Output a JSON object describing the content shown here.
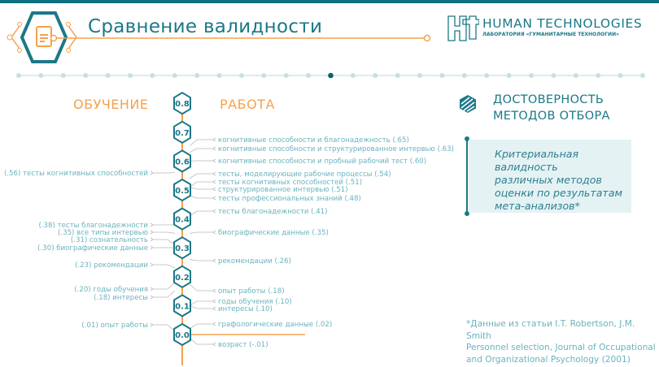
{
  "header": {
    "title": "Сравнение валидности",
    "logo_line1": "HUMAN TECHNOLOGIES",
    "logo_line2": "ЛАБОРАТОРИЯ «ГУМАНИТАРНЫЕ ТЕХНОЛОГИИ»",
    "logo_mark": "HT"
  },
  "nav": {
    "count": 29,
    "active": 14
  },
  "colors": {
    "teal": "#1b7888",
    "orange": "#f6a04d",
    "light": "#6ab3bf"
  },
  "chart_data": {
    "type": "diagram",
    "left_heading": "ОБУЧЕНИЕ",
    "right_heading": "РАБОТА",
    "ticks": [
      "0.8",
      "0.7",
      "0.6",
      "0.5",
      "0.4",
      "0.3",
      "0.2",
      "0.1",
      "0.0"
    ],
    "right": [
      {
        "text": "когнитивные способности и благонадежность (.65)",
        "value": 0.65
      },
      {
        "text": "когнитивные способности и структурированное интервью (.63)",
        "value": 0.63
      },
      {
        "text": "когнитивные способности и пробный рабочий тест (.60)",
        "value": 0.6
      },
      {
        "text": "тесты, моделирующие рабочие процессы (.54)",
        "value": 0.54
      },
      {
        "text": "тесты когнитивных способностей (.51)",
        "value": 0.51
      },
      {
        "text": "структурированное интервью (.51)",
        "value": 0.51
      },
      {
        "text": "тесты профессиональных знаний (.48)",
        "value": 0.48
      },
      {
        "text": "тесты благонадежности (.41)",
        "value": 0.41
      },
      {
        "text": "биографические данные (.35)",
        "value": 0.35
      },
      {
        "text": "рекомендации (.26)",
        "value": 0.26
      },
      {
        "text": "опыт работы (.18)",
        "value": 0.18
      },
      {
        "text": "годы обучения (.10)",
        "value": 0.1
      },
      {
        "text": "интересы (.10)",
        "value": 0.1
      },
      {
        "text": "графологические данные (.02)",
        "value": 0.02
      },
      {
        "text": "возраст (-.01)",
        "value": -0.01
      }
    ],
    "left": [
      {
        "text": "(.56) тесты когнитивных способностей",
        "value": 0.56
      },
      {
        "text": "(.38) тесты благонадежности",
        "value": 0.38
      },
      {
        "text": "(.35) все типы интервью",
        "value": 0.35
      },
      {
        "text": "(.31) сознательность",
        "value": 0.31
      },
      {
        "text": "(.30) биографические данные",
        "value": 0.3
      },
      {
        "text": "(.23) рекомендации",
        "value": 0.23
      },
      {
        "text": "(.20) годы обучения",
        "value": 0.2
      },
      {
        "text": "(.18) интересы",
        "value": 0.18
      },
      {
        "text": "(.01) опыт работы",
        "value": 0.01
      }
    ]
  },
  "panel": {
    "title_line1": "ДОСТОВЕРНОСТЬ",
    "title_line2": "МЕТОДОВ ОТБОРА",
    "box_lines": [
      "Критериальная валидность",
      "различных методов",
      "оценки по результатам",
      "мета-анализов*"
    ]
  },
  "footnote": [
    "*Данные из статьи I.T. Robertson, J.M. Smith",
    "Personnel selection, Journal of Occupational",
    "and Organizational Psychology (2001)"
  ]
}
